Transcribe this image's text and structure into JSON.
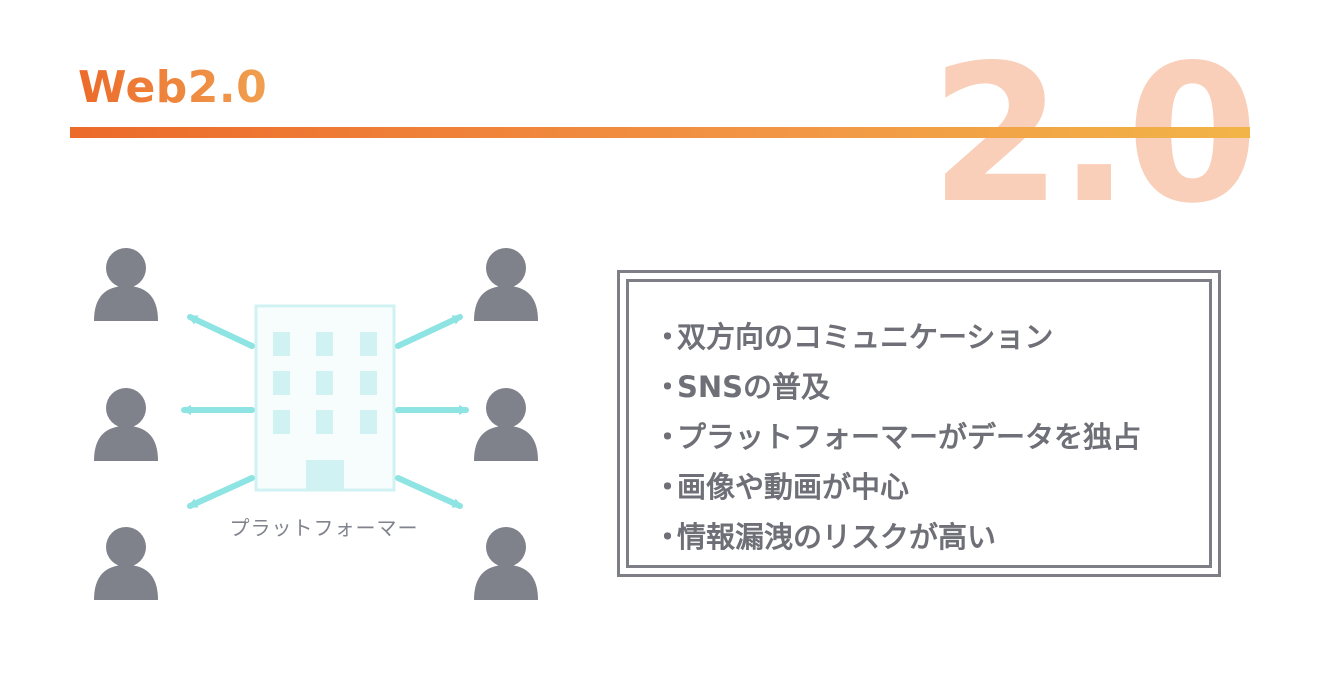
{
  "title": "Web2.0",
  "big_version": "2.0",
  "diagram": {
    "platform_label": "プラットフォーマー",
    "person_count": 6,
    "arrow_color": "#8ee3e3",
    "person_color": "#7f818b",
    "building_color": "#d0f2f2"
  },
  "features": {
    "bullet": "・",
    "items": [
      "双方向のコミュニケーション",
      "SNSの普及",
      "プラットフォーマーがデータを独占",
      "画像や動画が中心",
      "情報漏洩のリスクが高い"
    ]
  },
  "colors": {
    "accent_start": "#ec6a2a",
    "accent_end": "#f2b447",
    "watermark": "#f9cfb9",
    "text_gray": "#6f7077"
  }
}
